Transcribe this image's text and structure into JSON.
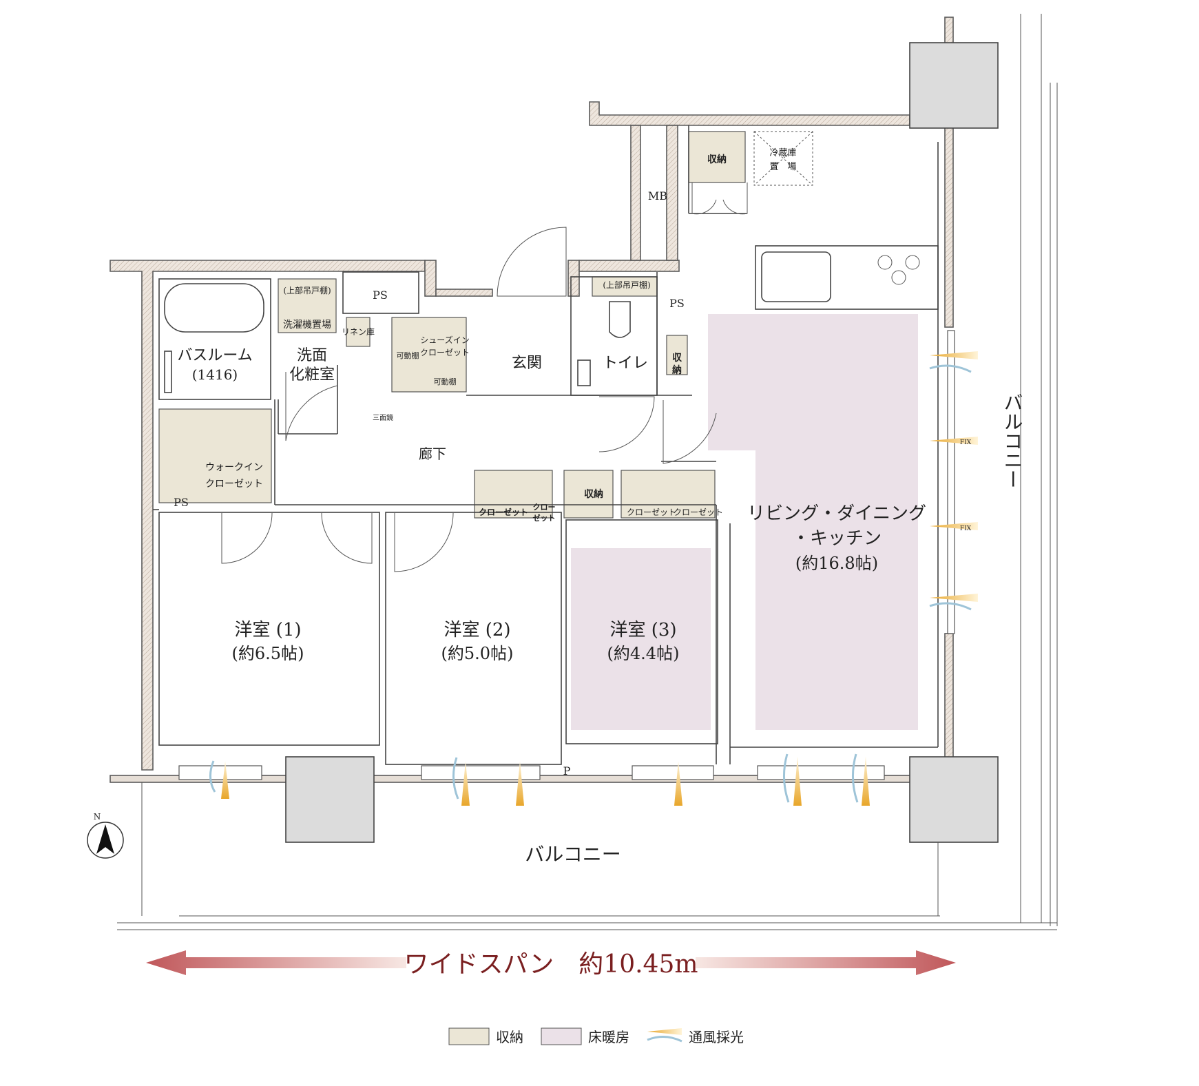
{
  "rooms": {
    "bathroom": "バスルーム",
    "bathroom_size": "(1416)",
    "washroom_1": "洗面",
    "washroom_2": "化粧室",
    "laundry_upper": "(上部吊戸棚)",
    "laundry": "洗濯機置場",
    "linen": "リネン庫",
    "shoe_in_1": "シューズイン",
    "shoe_in_2": "クローゼット",
    "movable_shelf_1": "可動棚",
    "movable_shelf_2": "可動棚",
    "entrance": "玄関",
    "toilet": "トイレ",
    "toilet_upper": "(上部吊戸棚)",
    "hallway": "廊下",
    "walk_in_1": "ウォークイン",
    "walk_in_2": "クローゼット",
    "ps_1": "PS",
    "ps_2": "PS",
    "ps_3": "PS",
    "mb": "MB",
    "storage_1": "収納",
    "storage_2": "収",
    "storage_2b": "納",
    "storage_3": "収納",
    "fridge_1": "冷蔵庫",
    "fridge_2": "置　場",
    "closet_1": "クローゼット",
    "closet_2a": "クロー",
    "closet_2b": "ゼット",
    "closet_3": "クローゼット",
    "closet_4": "クローゼット",
    "mirror": "三面鏡",
    "room1_name": "洋室 (1)",
    "room1_size": "(約6.5帖)",
    "room2_name": "洋室 (2)",
    "room2_size": "(約5.0帖)",
    "room3_name": "洋室 (3)",
    "room3_size": "(約4.4帖)",
    "ldk_1": "リビング・ダイニング",
    "ldk_2": "・キッチン",
    "ldk_size": "(約16.8帖)",
    "balcony_south": "バルコニー",
    "balcony_east": "バルコニー",
    "p": "P",
    "fix_1": "FIX",
    "fix_2": "FIX",
    "north": "N"
  },
  "span_label": "ワイドスパン　約10.45m",
  "legend": [
    {
      "label": "収納",
      "color": "#ebe6d6"
    },
    {
      "label": "床暖房",
      "color": "#ebe1e8"
    },
    {
      "label": "通風採光"
    }
  ],
  "colors": {
    "storage": "#ebe6d6",
    "floor_heating": "#ebe1e8",
    "wall": "#e6ded6",
    "arrow": "#c0575a",
    "airflow_orange": "#e8a62a",
    "airflow_blue": "#9ec4d8"
  }
}
